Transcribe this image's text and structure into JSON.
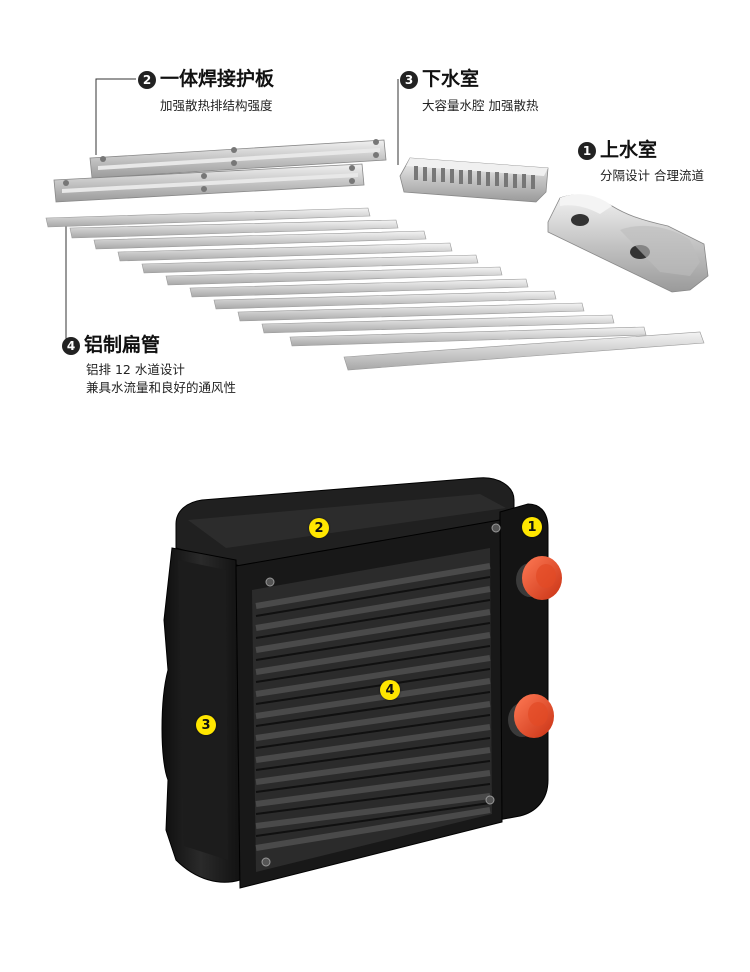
{
  "parts": [
    {
      "number": "1",
      "title": "上水室",
      "desc": [
        "分隔设计 合理流道"
      ]
    },
    {
      "number": "2",
      "title": "一体焊接护板",
      "desc": [
        "加强散热排结构强度"
      ]
    },
    {
      "number": "3",
      "title": "下水室",
      "desc": [
        "大容量水腔 加强散热"
      ]
    },
    {
      "number": "4",
      "title": "铝制扁管",
      "desc": [
        "铝排 12 水道设计",
        "兼具水流量和良好的通风性"
      ]
    }
  ],
  "assembled_markers": [
    "2",
    "1",
    "4",
    "3"
  ],
  "colors": {
    "metal": "#c8c8c8",
    "radiator": "#1a1a1a",
    "cap": "#e84c2a",
    "marker": "#ffe600"
  }
}
